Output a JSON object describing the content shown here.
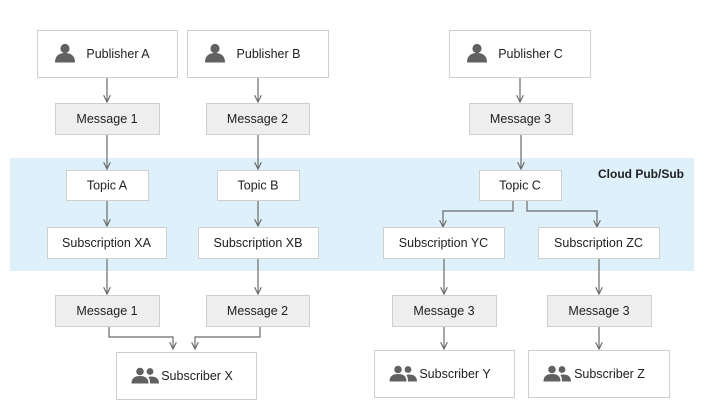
{
  "region": {
    "label": "Cloud Pub/Sub",
    "color": "#def0fa"
  },
  "colors": {
    "node_border": "#cfcfcf",
    "message_fill": "#eeeeee",
    "line": "#6b6b6b",
    "icon": "#616161"
  },
  "publishers": [
    {
      "id": "pub-a",
      "label": "Publisher A",
      "icon": "person-icon"
    },
    {
      "id": "pub-b",
      "label": "Publisher B",
      "icon": "person-icon"
    },
    {
      "id": "pub-c",
      "label": "Publisher C",
      "icon": "person-icon"
    }
  ],
  "messages_in": [
    {
      "id": "msg-in-1",
      "label": "Message 1"
    },
    {
      "id": "msg-in-2",
      "label": "Message 2"
    },
    {
      "id": "msg-in-3",
      "label": "Message 3"
    }
  ],
  "topics": [
    {
      "id": "topic-a",
      "label": "Topic A"
    },
    {
      "id": "topic-b",
      "label": "Topic B"
    },
    {
      "id": "topic-c",
      "label": "Topic C"
    }
  ],
  "subscriptions": [
    {
      "id": "sub-xa",
      "label": "Subscription XA"
    },
    {
      "id": "sub-xb",
      "label": "Subscription XB"
    },
    {
      "id": "sub-yc",
      "label": "Subscription YC"
    },
    {
      "id": "sub-zc",
      "label": "Subscription ZC"
    }
  ],
  "messages_out": [
    {
      "id": "msg-out-1",
      "label": "Message 1"
    },
    {
      "id": "msg-out-2",
      "label": "Message 2"
    },
    {
      "id": "msg-out-3y",
      "label": "Message 3"
    },
    {
      "id": "msg-out-3z",
      "label": "Message 3"
    }
  ],
  "subscribers": [
    {
      "id": "subr-x",
      "label": "Subscriber X",
      "icon": "group-icon"
    },
    {
      "id": "subr-y",
      "label": "Subscriber Y",
      "icon": "group-icon"
    },
    {
      "id": "subr-z",
      "label": "Subscriber Z",
      "icon": "group-icon"
    }
  ],
  "edges": [
    {
      "from": "pub-a",
      "to": "msg-in-1"
    },
    {
      "from": "pub-b",
      "to": "msg-in-2"
    },
    {
      "from": "pub-c",
      "to": "msg-in-3"
    },
    {
      "from": "msg-in-1",
      "to": "topic-a"
    },
    {
      "from": "msg-in-2",
      "to": "topic-b"
    },
    {
      "from": "msg-in-3",
      "to": "topic-c"
    },
    {
      "from": "topic-a",
      "to": "sub-xa"
    },
    {
      "from": "topic-b",
      "to": "sub-xb"
    },
    {
      "from": "topic-c",
      "to": "sub-yc"
    },
    {
      "from": "topic-c",
      "to": "sub-zc"
    },
    {
      "from": "sub-xa",
      "to": "msg-out-1"
    },
    {
      "from": "sub-xb",
      "to": "msg-out-2"
    },
    {
      "from": "sub-yc",
      "to": "msg-out-3y"
    },
    {
      "from": "sub-zc",
      "to": "msg-out-3z"
    },
    {
      "from": "msg-out-1",
      "to": "subr-x"
    },
    {
      "from": "msg-out-2",
      "to": "subr-x"
    },
    {
      "from": "msg-out-3y",
      "to": "subr-y"
    },
    {
      "from": "msg-out-3z",
      "to": "subr-z"
    }
  ]
}
